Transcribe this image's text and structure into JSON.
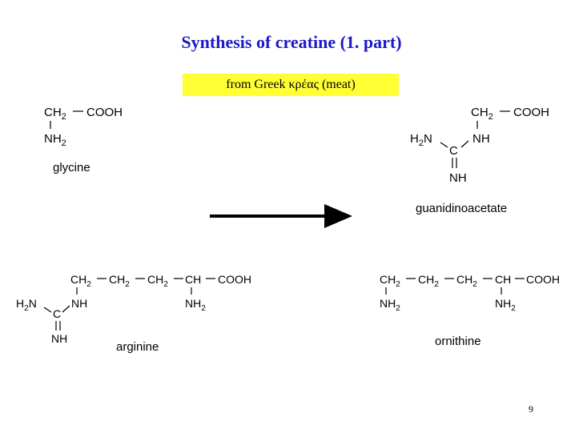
{
  "slide": {
    "title": "Synthesis of creatine (1. part)",
    "subtitle": "from Greek κρέας (meat)",
    "page_number": "9"
  },
  "compounds": {
    "glycine": {
      "name": "glycine"
    },
    "guanidinoacetate": {
      "name": "guanidinoacetate"
    },
    "arginine": {
      "name": "arginine"
    },
    "ornithine": {
      "name": "ornithine"
    }
  },
  "groups": {
    "ch2": "CH",
    "ch": "CH",
    "cooh": "COOH",
    "nh2": "NH",
    "h2n_h": "H",
    "h2n_n": "N",
    "nh": "NH",
    "c": "C",
    "sub2": "2"
  },
  "colors": {
    "title": "#1a1ac8",
    "subtitle_bg": "#ffff33",
    "arrow": "#000000"
  }
}
